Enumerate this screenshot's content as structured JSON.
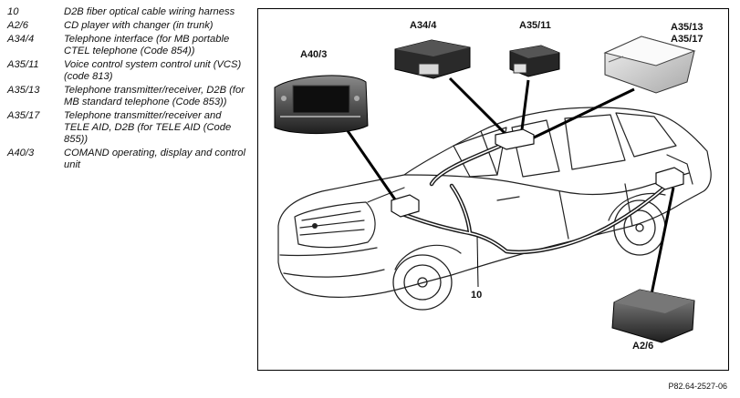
{
  "legend": [
    {
      "code": "10",
      "desc": "D2B fiber optical cable wiring harness"
    },
    {
      "code": "A2/6",
      "desc": "CD player with changer (in trunk)"
    },
    {
      "code": "A34/4",
      "desc": "Telephone interface (for MB portable CTEL telephone (Code 854))"
    },
    {
      "code": "A35/11",
      "desc": "Voice control system control unit (VCS) (code 813)"
    },
    {
      "code": "A35/13",
      "desc": "Telephone transmitter/receiver, D2B (for MB standard telephone (Code 853))"
    },
    {
      "code": "A35/17",
      "desc": "Telephone transmitter/receiver and TELE AID, D2B (for TELE AID (Code 855))"
    },
    {
      "code": "A40/3",
      "desc": "COMAND operating, display and control unit"
    }
  ],
  "labels": {
    "a40_3": "A40/3",
    "a34_4": "A34/4",
    "a35_11": "A35/11",
    "a35_13": "A35/13",
    "a35_17": "A35/17",
    "cable_10": "10",
    "a2_6": "A2/6"
  },
  "figure_id": "P82.64-2527-06"
}
